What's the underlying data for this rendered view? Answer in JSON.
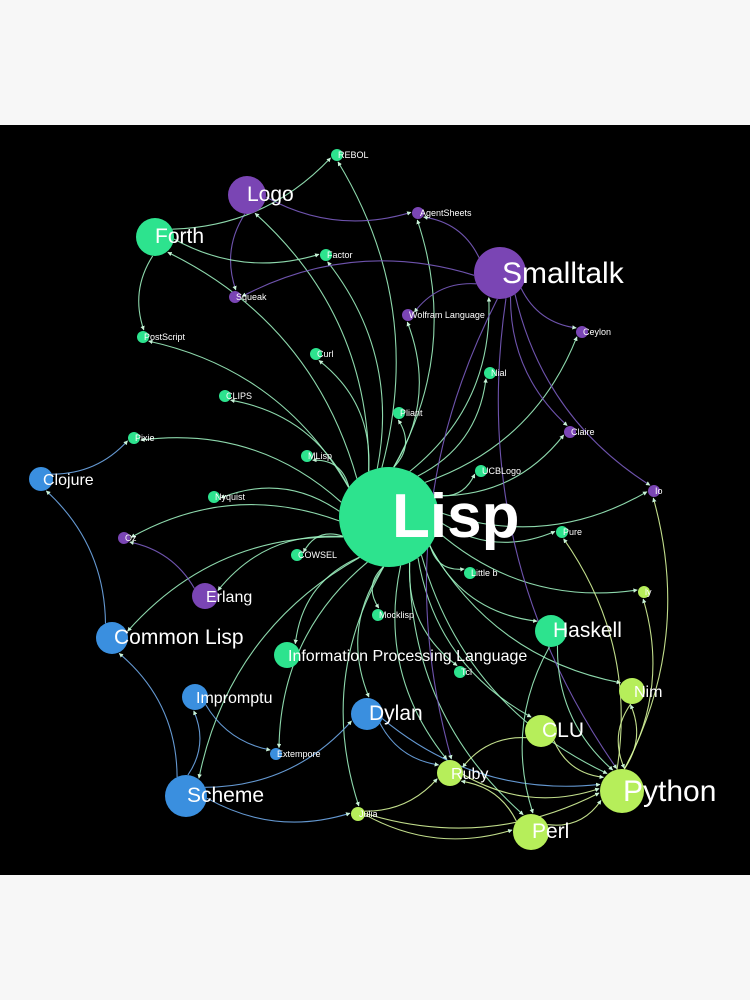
{
  "colors": {
    "background": "#000000",
    "lisp_family": "#2de38e",
    "smalltalk_family": "#7a45b4",
    "scheme_family": "#3a8fdf",
    "python_family": "#b6ee5a",
    "edge_green": "#9cf0bf",
    "edge_purple": "#7a5cc0",
    "edge_blue": "#6fa8e8",
    "edge_lime": "#d6f59a",
    "label": "#ffffff"
  },
  "diagram": {
    "hub": "Lisp",
    "nodes": [
      {
        "id": "lisp",
        "label": "Lisp",
        "group": "lisp",
        "size": "hub"
      },
      {
        "id": "smalltalk",
        "label": "Smalltalk",
        "group": "smalltalk",
        "size": "xl"
      },
      {
        "id": "logo",
        "label": "Logo",
        "group": "smalltalk",
        "size": "l"
      },
      {
        "id": "forth",
        "label": "Forth",
        "group": "lisp",
        "size": "l"
      },
      {
        "id": "rebol",
        "label": "REBOL",
        "group": "lisp",
        "size": "s"
      },
      {
        "id": "agentsheets",
        "label": "AgentSheets",
        "group": "smalltalk",
        "size": "s"
      },
      {
        "id": "factor",
        "label": "Factor",
        "group": "lisp",
        "size": "s"
      },
      {
        "id": "squeak",
        "label": "Squeak",
        "group": "smalltalk",
        "size": "s"
      },
      {
        "id": "wolfram",
        "label": "Wolfram Language",
        "group": "smalltalk",
        "size": "s"
      },
      {
        "id": "ceylon",
        "label": "Ceylon",
        "group": "smalltalk",
        "size": "s"
      },
      {
        "id": "postscript",
        "label": "PostScript",
        "group": "lisp",
        "size": "s"
      },
      {
        "id": "curl",
        "label": "Curl",
        "group": "lisp",
        "size": "s"
      },
      {
        "id": "nial",
        "label": "Nial",
        "group": "lisp",
        "size": "s"
      },
      {
        "id": "clips",
        "label": "CLIPS",
        "group": "lisp",
        "size": "s"
      },
      {
        "id": "pliant",
        "label": "Pliant",
        "group": "lisp",
        "size": "s"
      },
      {
        "id": "claire",
        "label": "Claire",
        "group": "smalltalk",
        "size": "s"
      },
      {
        "id": "pixie",
        "label": "Pixie",
        "group": "lisp",
        "size": "s"
      },
      {
        "id": "mlisp",
        "label": "MLisp",
        "group": "lisp",
        "size": "s"
      },
      {
        "id": "ucblogo",
        "label": "UCBLogo",
        "group": "lisp",
        "size": "s"
      },
      {
        "id": "io",
        "label": "Io",
        "group": "smalltalk",
        "size": "s"
      },
      {
        "id": "clojure",
        "label": "Clojure",
        "group": "scheme",
        "size": "m"
      },
      {
        "id": "nyquist",
        "label": "Nyquist",
        "group": "lisp",
        "size": "s"
      },
      {
        "id": "pure",
        "label": "Pure",
        "group": "lisp",
        "size": "s"
      },
      {
        "id": "oz",
        "label": "Oz",
        "group": "smalltalk",
        "size": "s"
      },
      {
        "id": "cowsel",
        "label": "COWSEL",
        "group": "lisp",
        "size": "s"
      },
      {
        "id": "littleb",
        "label": "Little b",
        "group": "lisp",
        "size": "s"
      },
      {
        "id": "ly",
        "label": "ly",
        "group": "python",
        "size": "s"
      },
      {
        "id": "erlang",
        "label": "Erlang",
        "group": "smalltalk",
        "size": "m"
      },
      {
        "id": "mocklisp",
        "label": "Mocklisp",
        "group": "lisp",
        "size": "s"
      },
      {
        "id": "haskell",
        "label": "Haskell",
        "group": "lisp",
        "size": "l"
      },
      {
        "id": "commonlisp",
        "label": "Common Lisp",
        "group": "scheme",
        "size": "l"
      },
      {
        "id": "ipl",
        "label": "Information Processing Language",
        "group": "lisp",
        "size": "m"
      },
      {
        "id": "tcl",
        "label": "Tcl",
        "group": "lisp",
        "size": "s"
      },
      {
        "id": "nim",
        "label": "Nim",
        "group": "python",
        "size": "m"
      },
      {
        "id": "impromptu",
        "label": "Impromptu",
        "group": "scheme",
        "size": "m"
      },
      {
        "id": "dylan",
        "label": "Dylan",
        "group": "scheme",
        "size": "l"
      },
      {
        "id": "clu",
        "label": "CLU",
        "group": "python",
        "size": "l"
      },
      {
        "id": "extempore",
        "label": "Extempore",
        "group": "scheme",
        "size": "s"
      },
      {
        "id": "ruby",
        "label": "Ruby",
        "group": "python",
        "size": "m"
      },
      {
        "id": "python",
        "label": "Python",
        "group": "python",
        "size": "xl"
      },
      {
        "id": "scheme",
        "label": "Scheme",
        "group": "scheme",
        "size": "l"
      },
      {
        "id": "julia",
        "label": "Julia",
        "group": "python",
        "size": "s"
      },
      {
        "id": "perl",
        "label": "Perl",
        "group": "python",
        "size": "l"
      }
    ],
    "edges": [
      [
        "lisp",
        "smalltalk"
      ],
      [
        "lisp",
        "logo"
      ],
      [
        "lisp",
        "forth"
      ],
      [
        "lisp",
        "rebol"
      ],
      [
        "lisp",
        "agentsheets"
      ],
      [
        "lisp",
        "factor"
      ],
      [
        "lisp",
        "wolfram"
      ],
      [
        "lisp",
        "ceylon"
      ],
      [
        "lisp",
        "postscript"
      ],
      [
        "lisp",
        "curl"
      ],
      [
        "lisp",
        "nial"
      ],
      [
        "lisp",
        "clips"
      ],
      [
        "lisp",
        "pliant"
      ],
      [
        "lisp",
        "claire"
      ],
      [
        "lisp",
        "pixie"
      ],
      [
        "lisp",
        "mlisp"
      ],
      [
        "lisp",
        "ucblogo"
      ],
      [
        "lisp",
        "io"
      ],
      [
        "lisp",
        "nyquist"
      ],
      [
        "lisp",
        "pure"
      ],
      [
        "lisp",
        "oz"
      ],
      [
        "lisp",
        "cowsel"
      ],
      [
        "lisp",
        "littleb"
      ],
      [
        "lisp",
        "ly"
      ],
      [
        "lisp",
        "erlang"
      ],
      [
        "lisp",
        "mocklisp"
      ],
      [
        "lisp",
        "haskell"
      ],
      [
        "lisp",
        "commonlisp"
      ],
      [
        "lisp",
        "ipl"
      ],
      [
        "lisp",
        "tcl"
      ],
      [
        "lisp",
        "nim"
      ],
      [
        "lisp",
        "dylan"
      ],
      [
        "lisp",
        "clu"
      ],
      [
        "lisp",
        "ruby"
      ],
      [
        "lisp",
        "python"
      ],
      [
        "lisp",
        "scheme"
      ],
      [
        "lisp",
        "julia"
      ],
      [
        "lisp",
        "perl"
      ],
      [
        "lisp",
        "extempore"
      ],
      [
        "logo",
        "agentsheets"
      ],
      [
        "logo",
        "squeak"
      ],
      [
        "forth",
        "factor"
      ],
      [
        "forth",
        "rebol"
      ],
      [
        "forth",
        "postscript"
      ],
      [
        "smalltalk",
        "agentsheets"
      ],
      [
        "smalltalk",
        "squeak"
      ],
      [
        "smalltalk",
        "ceylon"
      ],
      [
        "smalltalk",
        "claire"
      ],
      [
        "smalltalk",
        "io"
      ],
      [
        "smalltalk",
        "ruby"
      ],
      [
        "smalltalk",
        "wolfram"
      ],
      [
        "smalltalk",
        "python"
      ],
      [
        "clojure",
        "pixie"
      ],
      [
        "commonlisp",
        "clojure"
      ],
      [
        "scheme",
        "commonlisp"
      ],
      [
        "scheme",
        "impromptu"
      ],
      [
        "impromptu",
        "extempore"
      ],
      [
        "scheme",
        "julia"
      ],
      [
        "scheme",
        "dylan"
      ],
      [
        "dylan",
        "python"
      ],
      [
        "dylan",
        "ruby"
      ],
      [
        "erlang",
        "oz"
      ],
      [
        "clu",
        "python"
      ],
      [
        "clu",
        "ruby"
      ],
      [
        "haskell",
        "python"
      ],
      [
        "haskell",
        "perl"
      ],
      [
        "nim",
        "python"
      ],
      [
        "ruby",
        "python"
      ],
      [
        "perl",
        "ruby"
      ],
      [
        "perl",
        "python"
      ],
      [
        "julia",
        "ruby"
      ],
      [
        "julia",
        "python"
      ],
      [
        "julia",
        "perl"
      ],
      [
        "python",
        "ly"
      ],
      [
        "python",
        "nim"
      ],
      [
        "python",
        "io"
      ],
      [
        "python",
        "pure"
      ]
    ]
  }
}
